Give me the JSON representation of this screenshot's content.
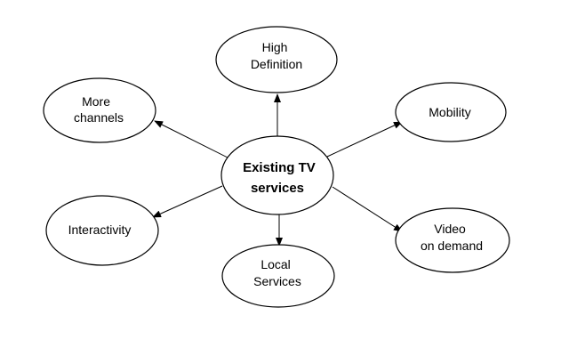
{
  "diagram": {
    "center": {
      "lines": [
        "Existing TV",
        "services"
      ]
    },
    "nodes": [
      {
        "id": "high-definition",
        "lines": [
          "High",
          "Definition"
        ]
      },
      {
        "id": "more-channels",
        "lines": [
          "More",
          "channels"
        ]
      },
      {
        "id": "mobility",
        "lines": [
          "Mobility"
        ]
      },
      {
        "id": "interactivity",
        "lines": [
          "Interactivity"
        ]
      },
      {
        "id": "video-on-demand",
        "lines": [
          "Video",
          "on demand"
        ]
      },
      {
        "id": "local-services",
        "lines": [
          "Local",
          "Services"
        ]
      }
    ]
  }
}
